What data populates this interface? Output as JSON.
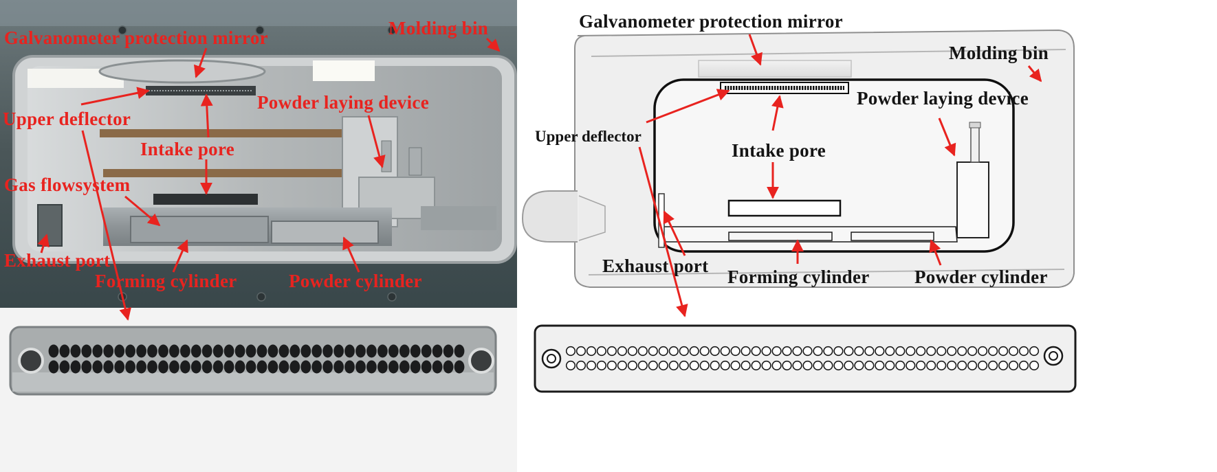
{
  "left_photo": {
    "labels": {
      "galvanometer_protection_mirror": "Galvanometer protection mirror",
      "molding_bin": "Molding bin",
      "upper_deflector": "Upper deflector",
      "powder_laying_device": "Powder laying device",
      "intake_pore": "Intake pore",
      "gas_flowsystem": "Gas flowsystem",
      "exhaust_port": "Exhaust port",
      "forming_cylinder": "Forming cylinder",
      "powder_cylinder": "Powder cylinder"
    },
    "colors": {
      "label": "#e8231f",
      "frame": "#3f4a4d",
      "chamber": "#b9bcbd"
    }
  },
  "right_drawing": {
    "labels": {
      "galvanometer_protection_mirror": "Galvanometer protection mirror",
      "molding_bin": "Molding bin",
      "powder_laying_device": "Powder laying device",
      "upper_deflector": "Upper deflector",
      "intake_pore": "Intake pore",
      "exhaust_port": "Exhaust port",
      "forming_cylinder": "Forming cylinder",
      "powder_cylinder": "Powder cylinder"
    },
    "colors": {
      "label": "#141414",
      "arrow": "#e8231f",
      "outline": "#1a1a1a"
    }
  }
}
